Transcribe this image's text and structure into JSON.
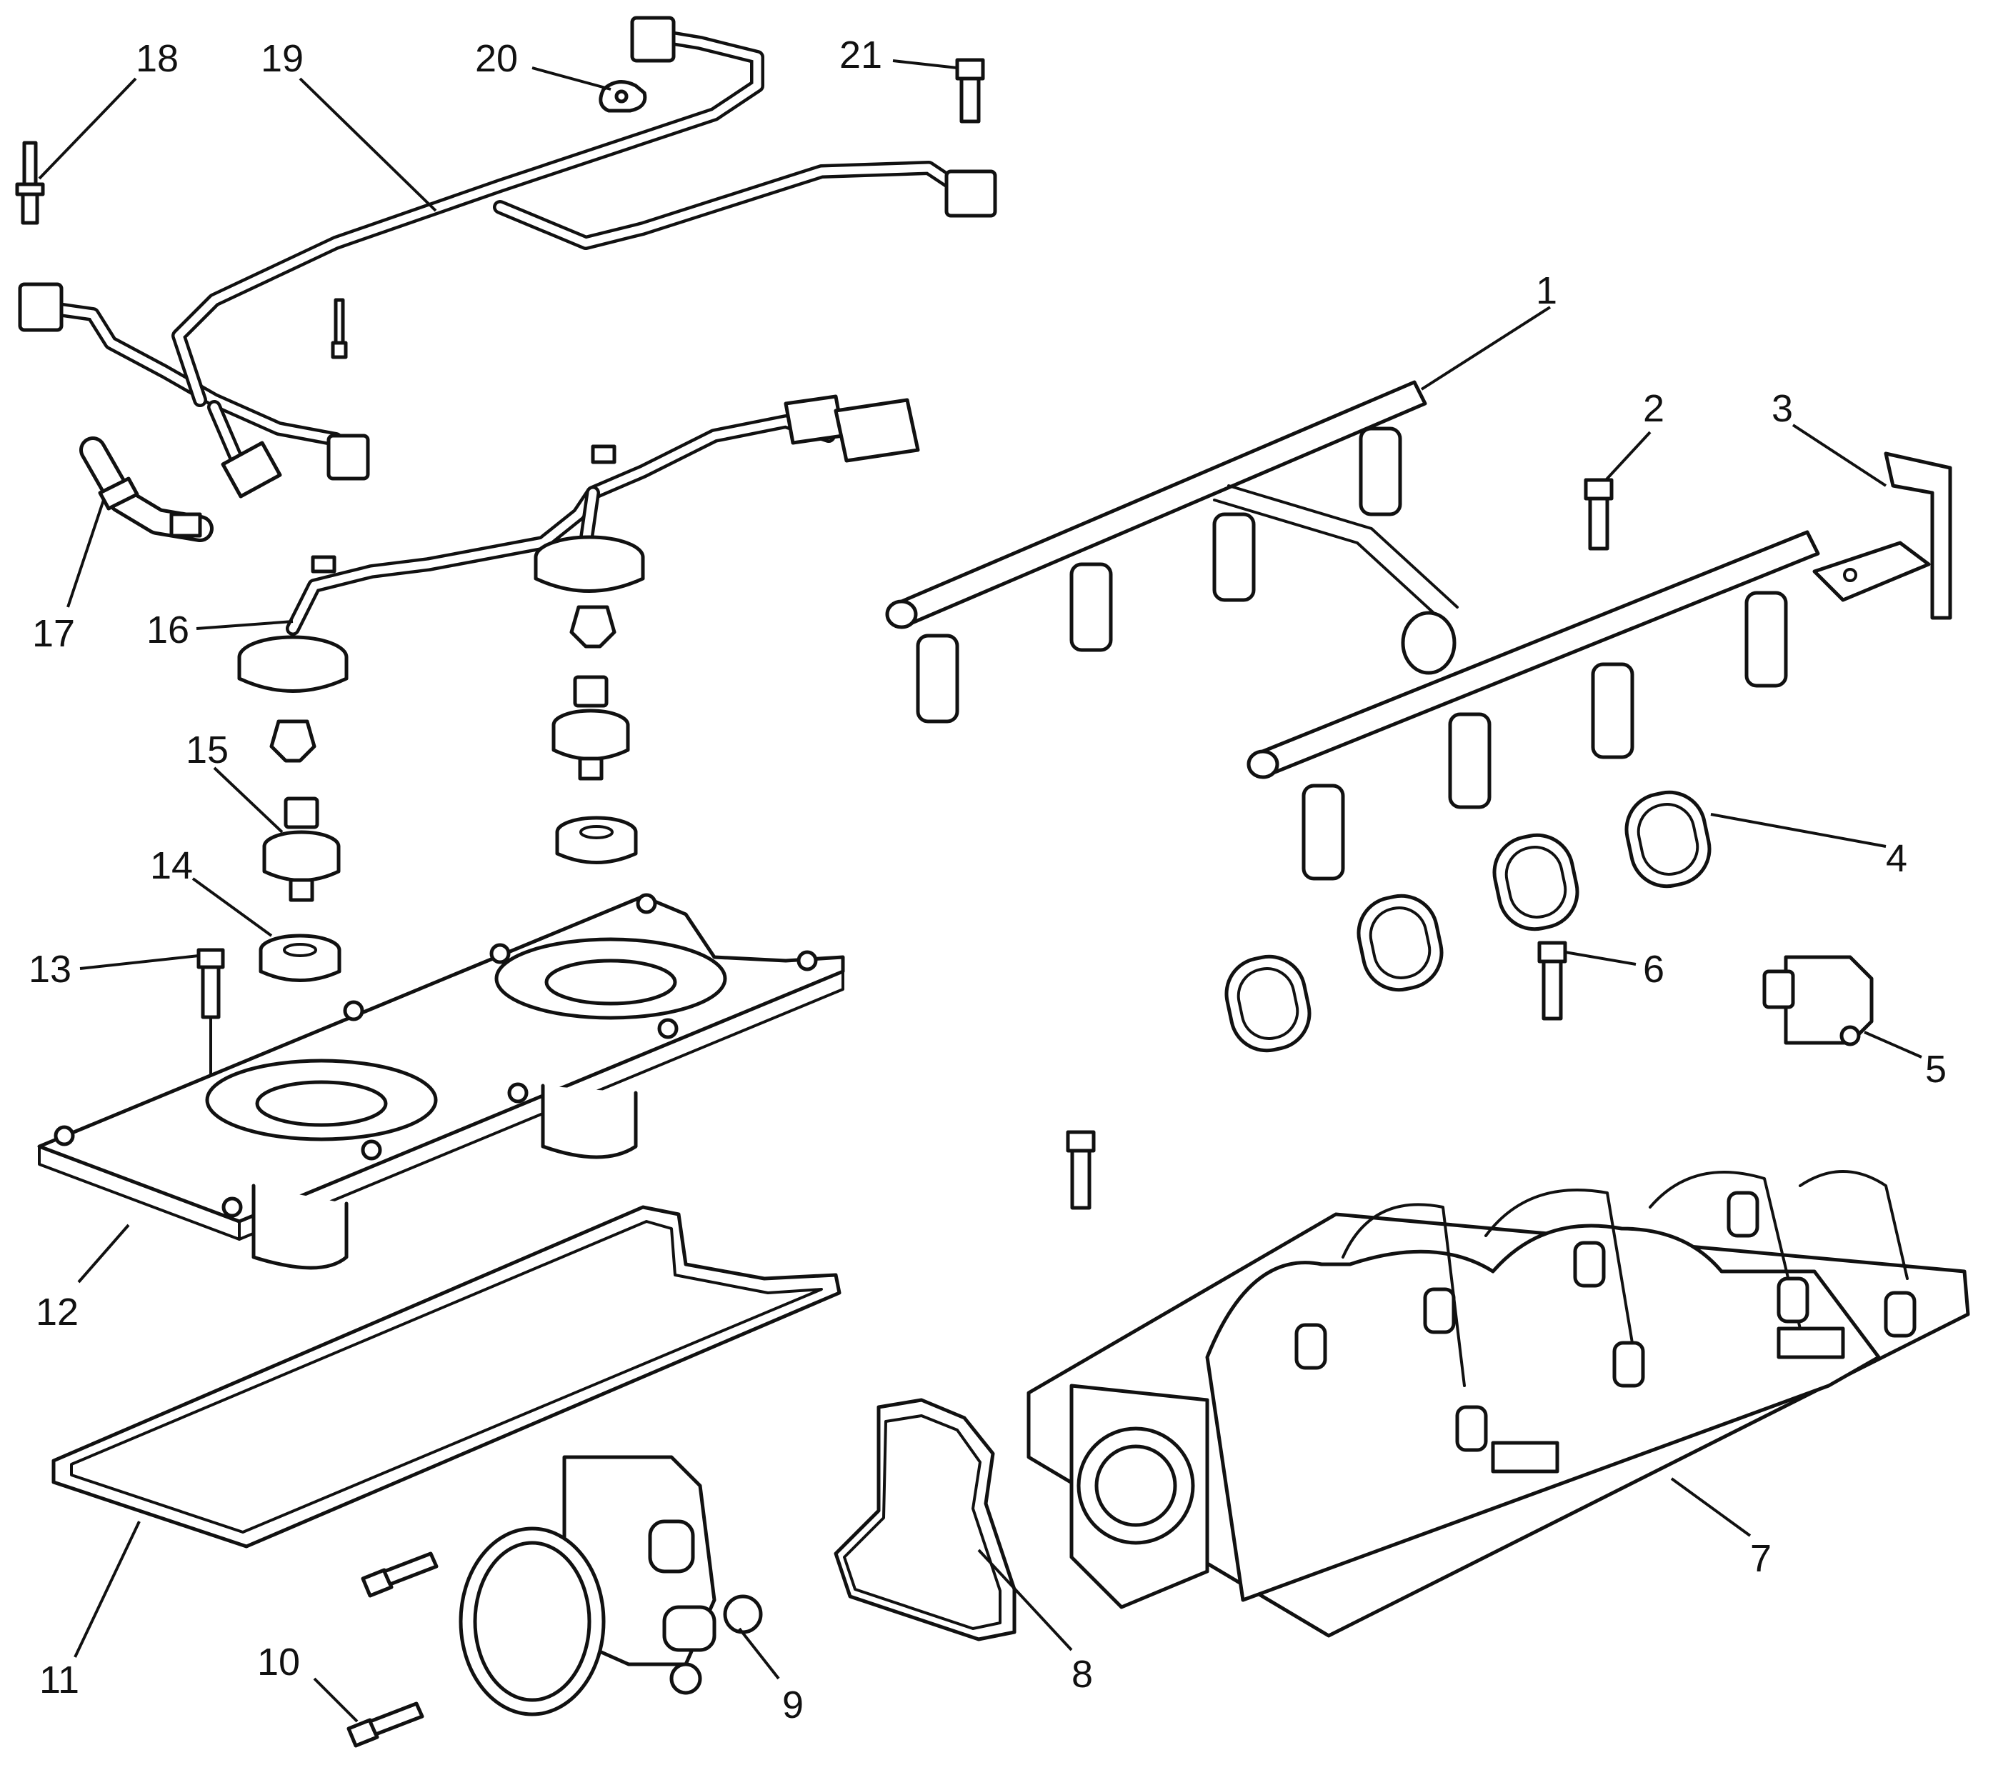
{
  "diagram": {
    "colors": {
      "stroke": "#111111",
      "fill": "#ffffff"
    },
    "callouts": [
      {
        "id": "c1",
        "text": "1"
      },
      {
        "id": "c2",
        "text": "2"
      },
      {
        "id": "c3",
        "text": "3"
      },
      {
        "id": "c4",
        "text": "4"
      },
      {
        "id": "c5",
        "text": "5"
      },
      {
        "id": "c6",
        "text": "6"
      },
      {
        "id": "c7",
        "text": "7"
      },
      {
        "id": "c8",
        "text": "8"
      },
      {
        "id": "c9",
        "text": "9"
      },
      {
        "id": "c10",
        "text": "10"
      },
      {
        "id": "c11",
        "text": "11"
      },
      {
        "id": "c12",
        "text": "12"
      },
      {
        "id": "c13",
        "text": "13"
      },
      {
        "id": "c14",
        "text": "14"
      },
      {
        "id": "c15",
        "text": "15"
      },
      {
        "id": "c16",
        "text": "16"
      },
      {
        "id": "c17",
        "text": "17"
      },
      {
        "id": "c18",
        "text": "18"
      },
      {
        "id": "c19",
        "text": "19"
      },
      {
        "id": "c20",
        "text": "20"
      },
      {
        "id": "c21",
        "text": "21"
      }
    ]
  }
}
